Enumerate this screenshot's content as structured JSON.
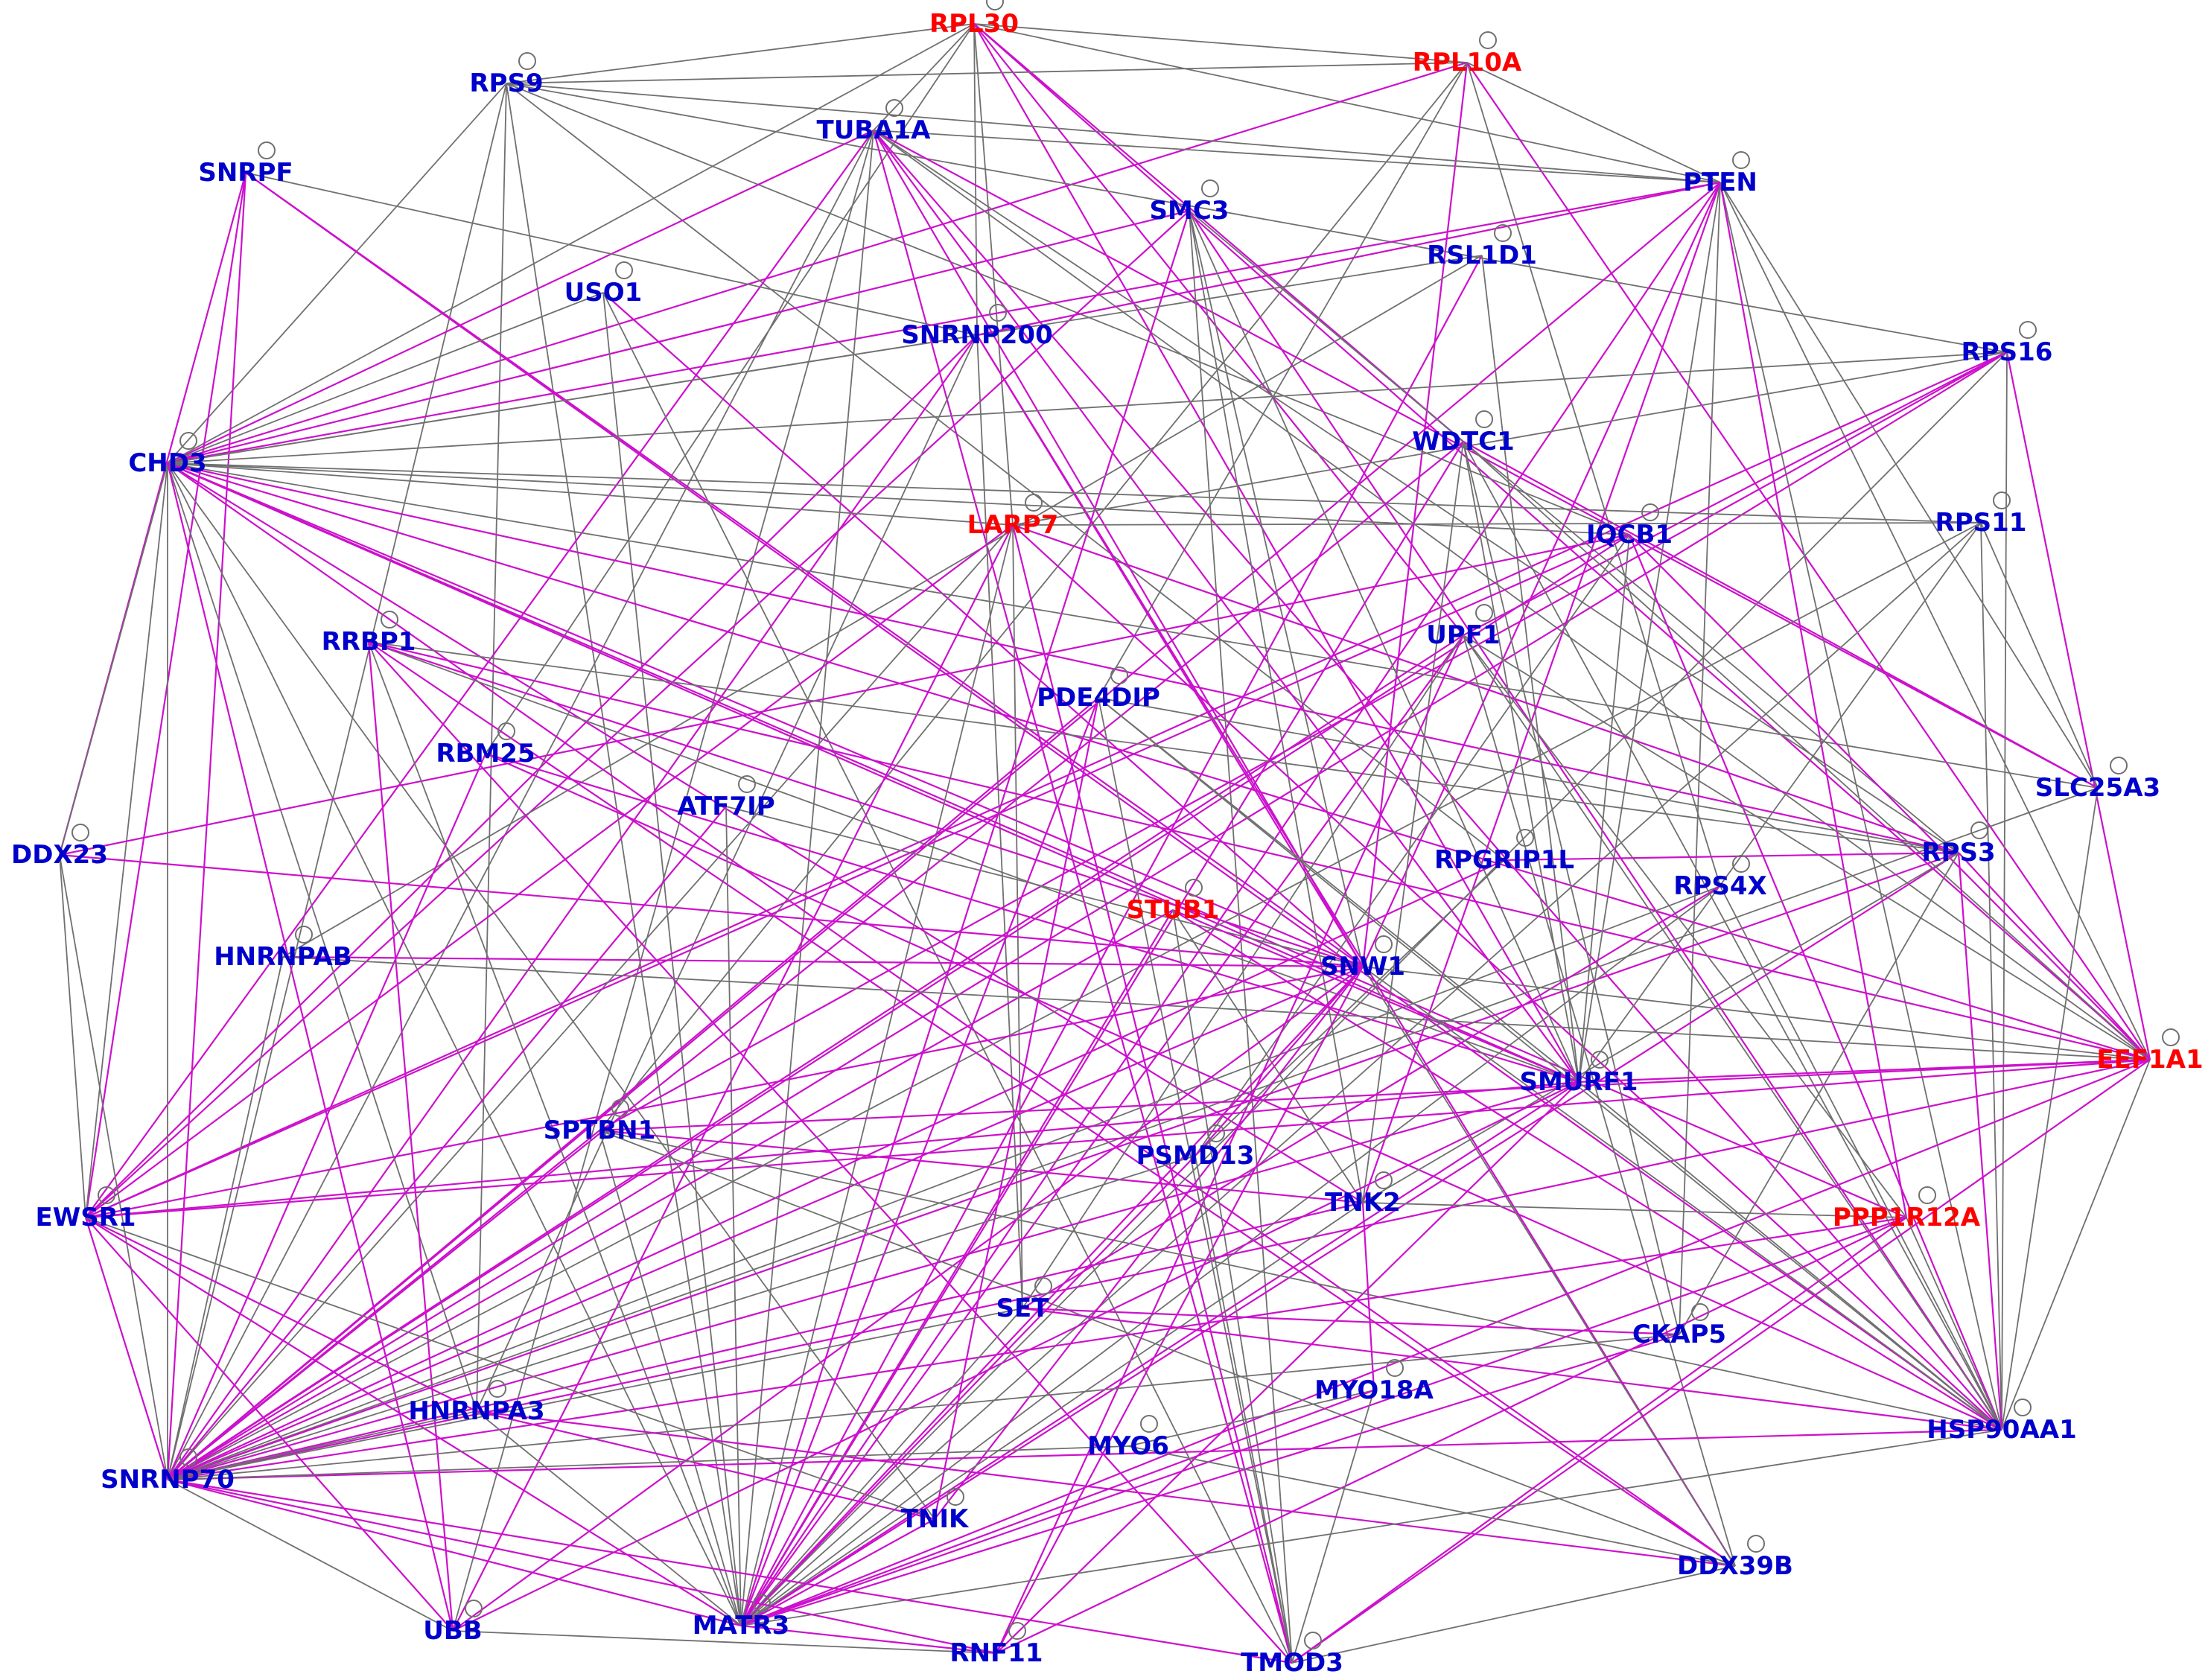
{
  "colors": {
    "query_node": "#ff0000",
    "other_node": "#0000cc",
    "edge_grey": "#707070",
    "edge_magenta": "#cc11cc",
    "node_ring": "#707070"
  },
  "nodes": [
    {
      "id": "RPL30",
      "label": "RPL30",
      "group": "query"
    },
    {
      "id": "RPL10A",
      "label": "RPL10A",
      "group": "query"
    },
    {
      "id": "RPS9",
      "label": "RPS9",
      "group": "other"
    },
    {
      "id": "TUBA1A",
      "label": "TUBA1A",
      "group": "other"
    },
    {
      "id": "SNRPF",
      "label": "SNRPF",
      "group": "other"
    },
    {
      "id": "PTEN",
      "label": "PTEN",
      "group": "other"
    },
    {
      "id": "SMC3",
      "label": "SMC3",
      "group": "other"
    },
    {
      "id": "RSL1D1",
      "label": "RSL1D1",
      "group": "other"
    },
    {
      "id": "USO1",
      "label": "USO1",
      "group": "other"
    },
    {
      "id": "SNRNP200",
      "label": "SNRNP200",
      "group": "other"
    },
    {
      "id": "RPS16",
      "label": "RPS16",
      "group": "other"
    },
    {
      "id": "CHD3",
      "label": "CHD3",
      "group": "other"
    },
    {
      "id": "WDTC1",
      "label": "WDTC1",
      "group": "other"
    },
    {
      "id": "LARP7",
      "label": "LARP7",
      "group": "query"
    },
    {
      "id": "IQCB1",
      "label": "IQCB1",
      "group": "other"
    },
    {
      "id": "RPS11",
      "label": "RPS11",
      "group": "other"
    },
    {
      "id": "RRBP1",
      "label": "RRBP1",
      "group": "other"
    },
    {
      "id": "UPF1",
      "label": "UPF1",
      "group": "other"
    },
    {
      "id": "PDE4DIP",
      "label": "PDE4DIP",
      "group": "other"
    },
    {
      "id": "RBM25",
      "label": "RBM25",
      "group": "other"
    },
    {
      "id": "ATF7IP",
      "label": "ATF7IP",
      "group": "other"
    },
    {
      "id": "SLC25A3",
      "label": "SLC25A3",
      "group": "other"
    },
    {
      "id": "DDX23",
      "label": "DDX23",
      "group": "other"
    },
    {
      "id": "RPGRIP1L",
      "label": "RPGRIP1L",
      "group": "other"
    },
    {
      "id": "RPS3",
      "label": "RPS3",
      "group": "other"
    },
    {
      "id": "RPS4X",
      "label": "RPS4X",
      "group": "other"
    },
    {
      "id": "STUB1",
      "label": "STUB1",
      "group": "query"
    },
    {
      "id": "HNRNPAB",
      "label": "HNRNPAB",
      "group": "other"
    },
    {
      "id": "SNW1",
      "label": "SNW1",
      "group": "other"
    },
    {
      "id": "EEF1A1",
      "label": "EEF1A1",
      "group": "query"
    },
    {
      "id": "SMURF1",
      "label": "SMURF1",
      "group": "other"
    },
    {
      "id": "SPTBN1",
      "label": "SPTBN1",
      "group": "other"
    },
    {
      "id": "PSMD13",
      "label": "PSMD13",
      "group": "other"
    },
    {
      "id": "TNK2",
      "label": "TNK2",
      "group": "other"
    },
    {
      "id": "PPP1R12A",
      "label": "PPP1R12A",
      "group": "query"
    },
    {
      "id": "EWSR1",
      "label": "EWSR1",
      "group": "other"
    },
    {
      "id": "SET",
      "label": "SET",
      "group": "other"
    },
    {
      "id": "CKAP5",
      "label": "CKAP5",
      "group": "other"
    },
    {
      "id": "MYO18A",
      "label": "MYO18A",
      "group": "other"
    },
    {
      "id": "HNRNPA3",
      "label": "HNRNPA3",
      "group": "other"
    },
    {
      "id": "HSP90AA1",
      "label": "HSP90AA1",
      "group": "other"
    },
    {
      "id": "MYO6",
      "label": "MYO6",
      "group": "other"
    },
    {
      "id": "SNRNP70",
      "label": "SNRNP70",
      "group": "other"
    },
    {
      "id": "TNIK",
      "label": "TNIK",
      "group": "other"
    },
    {
      "id": "DDX39B",
      "label": "DDX39B",
      "group": "other"
    },
    {
      "id": "UBB",
      "label": "UBB",
      "group": "other"
    },
    {
      "id": "MATR3",
      "label": "MATR3",
      "group": "other"
    },
    {
      "id": "RNF11",
      "label": "RNF11",
      "group": "other"
    },
    {
      "id": "TMOD3",
      "label": "TMOD3",
      "group": "other"
    }
  ],
  "edges": [
    [
      "RPL30",
      "RPS9",
      "grey"
    ],
    [
      "RPL30",
      "RPL10A",
      "grey"
    ],
    [
      "RPL30",
      "TUBA1A",
      "grey"
    ],
    [
      "RPL30",
      "PTEN",
      "grey"
    ],
    [
      "RPL30",
      "CHD3",
      "grey"
    ],
    [
      "RPL30",
      "SNRNP200",
      "grey"
    ],
    [
      "RPL30",
      "EEF1A1",
      "magenta"
    ],
    [
      "RPL30",
      "SMURF1",
      "magenta"
    ],
    [
      "RPL30",
      "LARP7",
      "grey"
    ],
    [
      "RPL30",
      "UPF1",
      "magenta"
    ],
    [
      "RPL30",
      "WDTC1",
      "magenta"
    ],
    [
      "RPL30",
      "RBM25",
      "grey"
    ],
    [
      "RPL10A",
      "RPS9",
      "grey"
    ],
    [
      "RPL10A",
      "PTEN",
      "grey"
    ],
    [
      "RPL10A",
      "CHD3",
      "magenta"
    ],
    [
      "RPL10A",
      "SNW1",
      "magenta"
    ],
    [
      "RPL10A",
      "RPS4X",
      "grey"
    ],
    [
      "RPL10A",
      "EEF1A1",
      "magenta"
    ],
    [
      "RPL10A",
      "SPTBN1",
      "grey"
    ],
    [
      "RPL10A",
      "PDE4DIP",
      "grey"
    ],
    [
      "RPS9",
      "PTEN",
      "grey"
    ],
    [
      "RPS9",
      "CHD3",
      "grey"
    ],
    [
      "RPS9",
      "RPS16",
      "grey"
    ],
    [
      "RPS9",
      "MATR3",
      "grey"
    ],
    [
      "RPS9",
      "SNRNP70",
      "grey"
    ],
    [
      "RPS9",
      "RPGRIP1L",
      "grey"
    ],
    [
      "RPS9",
      "IQCB1",
      "grey"
    ],
    [
      "RPS9",
      "HNRNPA3",
      "grey"
    ],
    [
      "TUBA1A",
      "CHD3",
      "magenta"
    ],
    [
      "TUBA1A",
      "PTEN",
      "grey"
    ],
    [
      "TUBA1A",
      "SNW1",
      "magenta"
    ],
    [
      "TUBA1A",
      "SMURF1",
      "magenta"
    ],
    [
      "TUBA1A",
      "HSP90AA1",
      "magenta"
    ],
    [
      "TUBA1A",
      "SLC25A3",
      "magenta"
    ],
    [
      "TUBA1A",
      "EEF1A1",
      "grey"
    ],
    [
      "TUBA1A",
      "MATR3",
      "grey"
    ],
    [
      "TUBA1A",
      "SNRNP70",
      "grey"
    ],
    [
      "TUBA1A",
      "TMOD3",
      "magenta"
    ],
    [
      "TUBA1A",
      "EWSR1",
      "magenta"
    ],
    [
      "TUBA1A",
      "RPS3",
      "grey"
    ],
    [
      "TUBA1A",
      "UBB",
      "grey"
    ],
    [
      "SNRPF",
      "EWSR1",
      "magenta"
    ],
    [
      "SNRPF",
      "SNRNP70",
      "magenta"
    ],
    [
      "SNRPF",
      "SNW1",
      "magenta"
    ],
    [
      "SNRPF",
      "SNRNP200",
      "grey"
    ],
    [
      "SNRPF",
      "DDX23",
      "magenta"
    ],
    [
      "SNRPF",
      "HSP90AA1",
      "magenta"
    ],
    [
      "PTEN",
      "CHD3",
      "magenta"
    ],
    [
      "PTEN",
      "SNRNP200",
      "grey"
    ],
    [
      "PTEN",
      "SNW1",
      "magenta"
    ],
    [
      "PTEN",
      "SMURF1",
      "grey"
    ],
    [
      "PTEN",
      "SNRNP70",
      "magenta"
    ],
    [
      "PTEN",
      "MATR3",
      "magenta"
    ],
    [
      "PTEN",
      "HSP90AA1",
      "grey"
    ],
    [
      "PTEN",
      "PPP1R12A",
      "magenta"
    ],
    [
      "PTEN",
      "EEF1A1",
      "grey"
    ],
    [
      "PTEN",
      "CKAP5",
      "grey"
    ],
    [
      "PTEN",
      "TNK2",
      "magenta"
    ],
    [
      "PTEN",
      "SLC25A3",
      "grey"
    ],
    [
      "SMC3",
      "CHD3",
      "magenta"
    ],
    [
      "SMC3",
      "SMURF1",
      "grey"
    ],
    [
      "SMC3",
      "SNW1",
      "grey"
    ],
    [
      "SMC3",
      "EWSR1",
      "magenta"
    ],
    [
      "SMC3",
      "TMOD3",
      "grey"
    ],
    [
      "SMC3",
      "MATR3",
      "magenta"
    ],
    [
      "SMC3",
      "HSP90AA1",
      "magenta"
    ],
    [
      "SMC3",
      "WDTC1",
      "grey"
    ],
    [
      "SMC3",
      "TNK2",
      "grey"
    ],
    [
      "RSL1D1",
      "CHD3",
      "grey"
    ],
    [
      "RSL1D1",
      "MATR3",
      "magenta"
    ],
    [
      "RSL1D1",
      "SMURF1",
      "grey"
    ],
    [
      "RSL1D1",
      "HNRNPAB",
      "grey"
    ],
    [
      "USO1",
      "CHD3",
      "grey"
    ],
    [
      "USO1",
      "SNW1",
      "magenta"
    ],
    [
      "USO1",
      "MATR3",
      "grey"
    ],
    [
      "USO1",
      "TMOD3",
      "grey"
    ],
    [
      "SNRNP200",
      "CHD3",
      "grey"
    ],
    [
      "SNRNP200",
      "EWSR1",
      "magenta"
    ],
    [
      "SNRNP200",
      "SNRNP70",
      "magenta"
    ],
    [
      "SNRNP200",
      "SNW1",
      "magenta"
    ],
    [
      "SNRNP200",
      "PTEN",
      "magenta"
    ],
    [
      "SNRNP200",
      "DDX39B",
      "magenta"
    ],
    [
      "SNRNP200",
      "SET",
      "grey"
    ],
    [
      "SNRNP200",
      "HNRNPA3",
      "grey"
    ],
    [
      "RPS16",
      "CHD3",
      "grey"
    ],
    [
      "RPS16",
      "EWSR1",
      "magenta"
    ],
    [
      "RPS16",
      "LARP7",
      "grey"
    ],
    [
      "RPS16",
      "SNRNP70",
      "magenta"
    ],
    [
      "RPS16",
      "EEF1A1",
      "magenta"
    ],
    [
      "RPS16",
      "UPF1",
      "magenta"
    ],
    [
      "RPS16",
      "MATR3",
      "grey"
    ],
    [
      "RPS16",
      "SPTBN1",
      "magenta"
    ],
    [
      "RPS16",
      "HSP90AA1",
      "grey"
    ],
    [
      "CHD3",
      "LARP7",
      "grey"
    ],
    [
      "CHD3",
      "IQCB1",
      "grey"
    ],
    [
      "CHD3",
      "SNW1",
      "magenta"
    ],
    [
      "CHD3",
      "SMURF1",
      "magenta"
    ],
    [
      "CHD3",
      "RPS11",
      "grey"
    ],
    [
      "CHD3",
      "EWSR1",
      "grey"
    ],
    [
      "CHD3",
      "SNRNP70",
      "grey"
    ],
    [
      "CHD3",
      "DDX23",
      "grey"
    ],
    [
      "CHD3",
      "EEF1A1",
      "magenta"
    ],
    [
      "CHD3",
      "RPS3",
      "magenta"
    ],
    [
      "CHD3",
      "MATR3",
      "grey"
    ],
    [
      "CHD3",
      "HNRNPA3",
      "grey"
    ],
    [
      "CHD3",
      "TNIK",
      "grey"
    ],
    [
      "CHD3",
      "PPP1R12A",
      "magenta"
    ],
    [
      "CHD3",
      "DDX39B",
      "magenta"
    ],
    [
      "CHD3",
      "SLC25A3",
      "grey"
    ],
    [
      "CHD3",
      "UBB",
      "magenta"
    ],
    [
      "CHD3",
      "TNK2",
      "magenta"
    ],
    [
      "WDTC1",
      "SMURF1",
      "grey"
    ],
    [
      "WDTC1",
      "SNRNP70",
      "magenta"
    ],
    [
      "WDTC1",
      "HSP90AA1",
      "grey"
    ],
    [
      "WDTC1",
      "EEF1A1",
      "grey"
    ],
    [
      "WDTC1",
      "MATR3",
      "magenta"
    ],
    [
      "WDTC1",
      "RPS3",
      "grey"
    ],
    [
      "WDTC1",
      "CKAP5",
      "grey"
    ],
    [
      "WDTC1",
      "SLC25A3",
      "magenta"
    ],
    [
      "WDTC1",
      "TNK2",
      "grey"
    ],
    [
      "LARP7",
      "RPS11",
      "grey"
    ],
    [
      "LARP7",
      "SNRNP70",
      "grey"
    ],
    [
      "LARP7",
      "EWSR1",
      "magenta"
    ],
    [
      "LARP7",
      "MATR3",
      "grey"
    ],
    [
      "LARP7",
      "TMOD3",
      "magenta"
    ],
    [
      "LARP7",
      "SET",
      "grey"
    ],
    [
      "LARP7",
      "RPS3",
      "magenta"
    ],
    [
      "LARP7",
      "UBB",
      "magenta"
    ],
    [
      "LARP7",
      "HSP90AA1",
      "magenta"
    ],
    [
      "IQCB1",
      "EWSR1",
      "magenta"
    ],
    [
      "IQCB1",
      "SNRNP70",
      "magenta"
    ],
    [
      "IQCB1",
      "SMURF1",
      "grey"
    ],
    [
      "IQCB1",
      "HSP90AA1",
      "magenta"
    ],
    [
      "IQCB1",
      "DDX23",
      "magenta"
    ],
    [
      "IQCB1",
      "PSMD13",
      "grey"
    ],
    [
      "IQCB1",
      "EEF1A1",
      "magenta"
    ],
    [
      "RPS11",
      "SNRNP70",
      "grey"
    ],
    [
      "RPS11",
      "SMURF1",
      "grey"
    ],
    [
      "RPS11",
      "MATR3",
      "grey"
    ],
    [
      "RPS11",
      "SLC25A3",
      "grey"
    ],
    [
      "RPS11",
      "HSP90AA1",
      "grey"
    ],
    [
      "RRBP1",
      "EEF1A1",
      "magenta"
    ],
    [
      "RRBP1",
      "SMURF1",
      "grey"
    ],
    [
      "RRBP1",
      "DDX39B",
      "magenta"
    ],
    [
      "RRBP1",
      "MATR3",
      "grey"
    ],
    [
      "RRBP1",
      "RPS3",
      "grey"
    ],
    [
      "RRBP1",
      "TMOD3",
      "magenta"
    ],
    [
      "RRBP1",
      "UBB",
      "magenta"
    ],
    [
      "RRBP1",
      "SNW1",
      "magenta"
    ],
    [
      "UPF1",
      "SNRNP70",
      "magenta"
    ],
    [
      "UPF1",
      "MATR3",
      "magenta"
    ],
    [
      "UPF1",
      "HSP90AA1",
      "grey"
    ],
    [
      "UPF1",
      "SET",
      "grey"
    ],
    [
      "UPF1",
      "RNF11",
      "magenta"
    ],
    [
      "UPF1",
      "DDX39B",
      "grey"
    ],
    [
      "UPF1",
      "EEF1A1",
      "grey"
    ],
    [
      "UPF1",
      "PPP1R12A",
      "grey"
    ],
    [
      "PDE4DIP",
      "SNRNP70",
      "magenta"
    ],
    [
      "PDE4DIP",
      "MATR3",
      "magenta"
    ],
    [
      "PDE4DIP",
      "SMURF1",
      "grey"
    ],
    [
      "PDE4DIP",
      "HSP90AA1",
      "grey"
    ],
    [
      "PDE4DIP",
      "RPS3",
      "grey"
    ],
    [
      "PDE4DIP",
      "TNIK",
      "magenta"
    ],
    [
      "PDE4DIP",
      "TMOD3",
      "grey"
    ],
    [
      "RBM25",
      "SMURF1",
      "magenta"
    ],
    [
      "RBM25",
      "SNRNP70",
      "magenta"
    ],
    [
      "RBM25",
      "HSP90AA1",
      "magenta"
    ],
    [
      "ATF7IP",
      "SNW1",
      "grey"
    ],
    [
      "ATF7IP",
      "MATR3",
      "grey"
    ],
    [
      "ATF7IP",
      "SNRNP70",
      "magenta"
    ],
    [
      "SLC25A3",
      "SNRNP70",
      "grey"
    ],
    [
      "SLC25A3",
      "HSP90AA1",
      "grey"
    ],
    [
      "DDX23",
      "EWSR1",
      "grey"
    ],
    [
      "DDX23",
      "SNRNP70",
      "grey"
    ],
    [
      "DDX23",
      "SNW1",
      "magenta"
    ],
    [
      "RPGRIP1L",
      "PSMD13",
      "grey"
    ],
    [
      "RPGRIP1L",
      "SNRNP70",
      "magenta"
    ],
    [
      "RPGRIP1L",
      "RPS3",
      "magenta"
    ],
    [
      "RPS3",
      "SNRNP70",
      "magenta"
    ],
    [
      "RPS3",
      "EEF1A1",
      "magenta"
    ],
    [
      "RPS3",
      "HSP90AA1",
      "magenta"
    ],
    [
      "RPS3",
      "MATR3",
      "magenta"
    ],
    [
      "RPS3",
      "CKAP5",
      "grey"
    ],
    [
      "RPS3",
      "TNK2",
      "grey"
    ],
    [
      "RPS4X",
      "SNRNP70",
      "grey"
    ],
    [
      "RPS4X",
      "MATR3",
      "grey"
    ],
    [
      "RPS4X",
      "HSP90AA1",
      "grey"
    ],
    [
      "RPS4X",
      "SET",
      "magenta"
    ],
    [
      "STUB1",
      "HSP90AA1",
      "magenta"
    ],
    [
      "STUB1",
      "SMURF1",
      "magenta"
    ],
    [
      "STUB1",
      "SNRNP70",
      "magenta"
    ],
    [
      "STUB1",
      "MATR3",
      "magenta"
    ],
    [
      "STUB1",
      "TMOD3",
      "grey"
    ],
    [
      "STUB1",
      "TNK2",
      "grey"
    ],
    [
      "HNRNPAB",
      "SNW1",
      "magenta"
    ],
    [
      "HNRNPAB",
      "EEF1A1",
      "grey"
    ],
    [
      "HNRNPAB",
      "SNRNP70",
      "grey"
    ],
    [
      "SNW1",
      "EWSR1",
      "magenta"
    ],
    [
      "SNW1",
      "SNRNP70",
      "magenta"
    ],
    [
      "SNW1",
      "MATR3",
      "magenta"
    ],
    [
      "SNW1",
      "HSP90AA1",
      "grey"
    ],
    [
      "SNW1",
      "PSMD13",
      "magenta"
    ],
    [
      "SNW1",
      "UBB",
      "magenta"
    ],
    [
      "SNW1",
      "RNF11",
      "magenta"
    ],
    [
      "SNW1",
      "TNIK",
      "magenta"
    ],
    [
      "SNW1",
      "DDX39B",
      "grey"
    ],
    [
      "SNW1",
      "EEF1A1",
      "grey"
    ],
    [
      "EEF1A1",
      "SMURF1",
      "magenta"
    ],
    [
      "EEF1A1",
      "SPTBN1",
      "magenta"
    ],
    [
      "EEF1A1",
      "SNRNP70",
      "magenta"
    ],
    [
      "EEF1A1",
      "HSP90AA1",
      "grey"
    ],
    [
      "EEF1A1",
      "EWSR1",
      "magenta"
    ],
    [
      "EEF1A1",
      "MATR3",
      "magenta"
    ],
    [
      "EEF1A1",
      "TMOD3",
      "magenta"
    ],
    [
      "SMURF1",
      "SNRNP70",
      "magenta"
    ],
    [
      "SMURF1",
      "MATR3",
      "magenta"
    ],
    [
      "SMURF1",
      "HSP90AA1",
      "grey"
    ],
    [
      "SMURF1",
      "UBB",
      "magenta"
    ],
    [
      "SMURF1",
      "RNF11",
      "magenta"
    ],
    [
      "SMURF1",
      "EWSR1",
      "magenta"
    ],
    [
      "SPTBN1",
      "TNK2",
      "magenta"
    ],
    [
      "SPTBN1",
      "HSP90AA1",
      "grey"
    ],
    [
      "SPTBN1",
      "SNRNP70",
      "magenta"
    ],
    [
      "SPTBN1",
      "MATR3",
      "grey"
    ],
    [
      "SPTBN1",
      "DDX39B",
      "grey"
    ],
    [
      "PSMD13",
      "SNRNP70",
      "grey"
    ],
    [
      "PSMD13",
      "MATR3",
      "magenta"
    ],
    [
      "PSMD13",
      "TMOD3",
      "grey"
    ],
    [
      "TNK2",
      "PPP1R12A",
      "grey"
    ],
    [
      "TNK2",
      "SNRNP70",
      "magenta"
    ],
    [
      "TNK2",
      "MYO18A",
      "magenta"
    ],
    [
      "TNK2",
      "MATR3",
      "grey"
    ],
    [
      "PPP1R12A",
      "TMOD3",
      "magenta"
    ],
    [
      "PPP1R12A",
      "MATR3",
      "magenta"
    ],
    [
      "PPP1R12A",
      "SNRNP70",
      "magenta"
    ],
    [
      "PPP1R12A",
      "HSP90AA1",
      "grey"
    ],
    [
      "PPP1R12A",
      "RNF11",
      "magenta"
    ],
    [
      "EWSR1",
      "SNRNP70",
      "magenta"
    ],
    [
      "EWSR1",
      "MATR3",
      "magenta"
    ],
    [
      "EWSR1",
      "HNRNPA3",
      "magenta"
    ],
    [
      "EWSR1",
      "UBB",
      "magenta"
    ],
    [
      "EWSR1",
      "TNIK",
      "grey"
    ],
    [
      "SET",
      "HSP90AA1",
      "magenta"
    ],
    [
      "SET",
      "CKAP5",
      "magenta"
    ],
    [
      "SET",
      "SNRNP70",
      "grey"
    ],
    [
      "SET",
      "MATR3",
      "grey"
    ],
    [
      "CKAP5",
      "SNRNP70",
      "grey"
    ],
    [
      "CKAP5",
      "MATR3",
      "magenta"
    ],
    [
      "MYO18A",
      "MYO6",
      "grey"
    ],
    [
      "MYO18A",
      "MATR3",
      "magenta"
    ],
    [
      "MYO18A",
      "TMOD3",
      "grey"
    ],
    [
      "HNRNPA3",
      "SNRNP70",
      "grey"
    ],
    [
      "HNRNPA3",
      "MATR3",
      "grey"
    ],
    [
      "HNRNPA3",
      "DDX39B",
      "magenta"
    ],
    [
      "HNRNPA3",
      "TNIK",
      "magenta"
    ],
    [
      "HSP90AA1",
      "MATR3",
      "grey"
    ],
    [
      "HSP90AA1",
      "SNRNP70",
      "magenta"
    ],
    [
      "MYO6",
      "DDX39B",
      "grey"
    ],
    [
      "MYO6",
      "SNRNP70",
      "grey"
    ],
    [
      "SNRNP70",
      "MATR3",
      "magenta"
    ],
    [
      "SNRNP70",
      "TMOD3",
      "magenta"
    ],
    [
      "SNRNP70",
      "RNF11",
      "magenta"
    ],
    [
      "SNRNP70",
      "UBB",
      "grey"
    ],
    [
      "TNIK",
      "MATR3",
      "magenta"
    ],
    [
      "DDX39B",
      "TMOD3",
      "grey"
    ],
    [
      "UBB",
      "RNF11",
      "grey"
    ],
    [
      "MATR3",
      "RNF11",
      "magenta"
    ]
  ]
}
